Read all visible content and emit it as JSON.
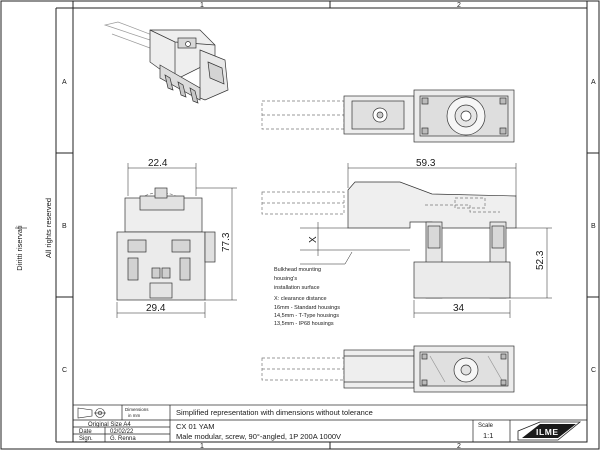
{
  "grid": {
    "cols": [
      "1",
      "2"
    ],
    "rows": [
      "A",
      "B",
      "C"
    ]
  },
  "side_text": {
    "rights": "All rights reserved",
    "dirs": "Diritti riservati"
  },
  "dims": {
    "top_width": "22.4",
    "bottom_width": "29.4",
    "height": "77.3",
    "overall_length": "59.3",
    "pin_height": "52.3",
    "base_length": "34",
    "clearance_x": "X"
  },
  "notes": {
    "bulkhead": [
      "Bulkhead mounting",
      "housing's",
      "installation surface"
    ],
    "clearance_title": "X: clearance distance",
    "clearance_rows": [
      "16mm  -  Standard housings",
      "14,5mm  -  T-Type housings",
      "13,5mm  -  IP68 housings"
    ]
  },
  "title_block": {
    "dims_label": [
      "Dimensions",
      "in mm"
    ],
    "original_size": "Original Size A4",
    "date_label": "Date",
    "date_value": "02/02/22",
    "sign_label": "Sign.",
    "sign_value": "G. Renna",
    "description": "Simplified representation with dimensions without tolerance",
    "code": "CX 01 YAM",
    "name": "Male modular, screw, 90°-angled, 1P 200A 1000V",
    "scale_label": "Scale",
    "scale_value": "1:1",
    "logo": "ILME"
  }
}
